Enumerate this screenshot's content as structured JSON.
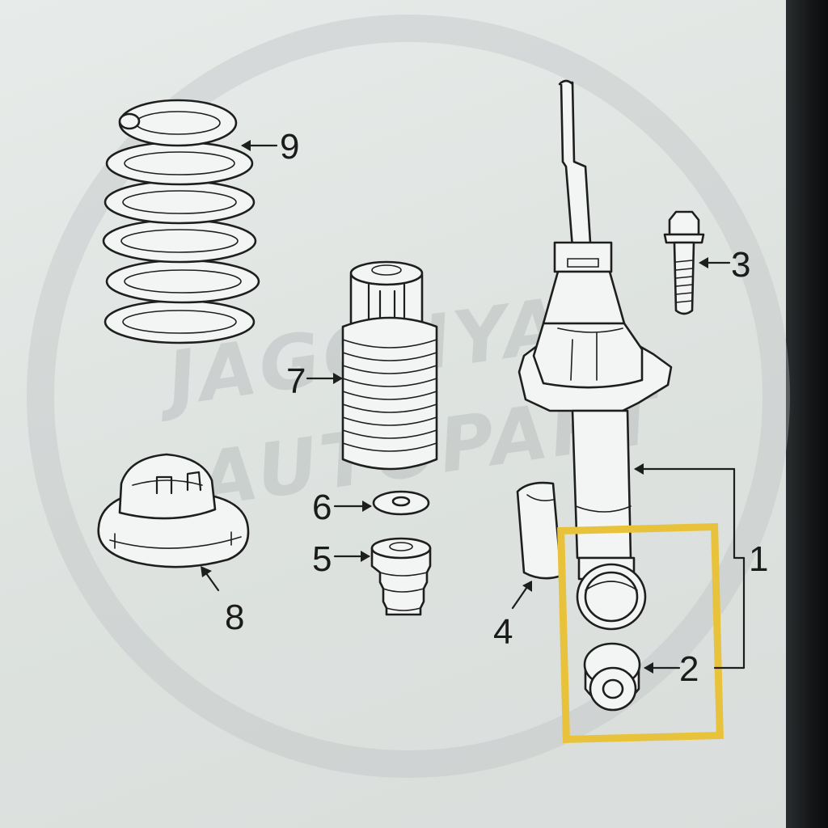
{
  "diagram": {
    "callouts": [
      {
        "id": "1",
        "label": "1"
      },
      {
        "id": "2",
        "label": "2"
      },
      {
        "id": "3",
        "label": "3"
      },
      {
        "id": "4",
        "label": "4"
      },
      {
        "id": "5",
        "label": "5"
      },
      {
        "id": "6",
        "label": "6"
      },
      {
        "id": "7",
        "label": "7"
      },
      {
        "id": "8",
        "label": "8"
      },
      {
        "id": "9",
        "label": "9"
      }
    ],
    "highlighted_part": "2",
    "highlight_color": "#e8c23a"
  },
  "watermark": {
    "line1": "JAGONYA",
    "line2": "AUTOPART"
  }
}
